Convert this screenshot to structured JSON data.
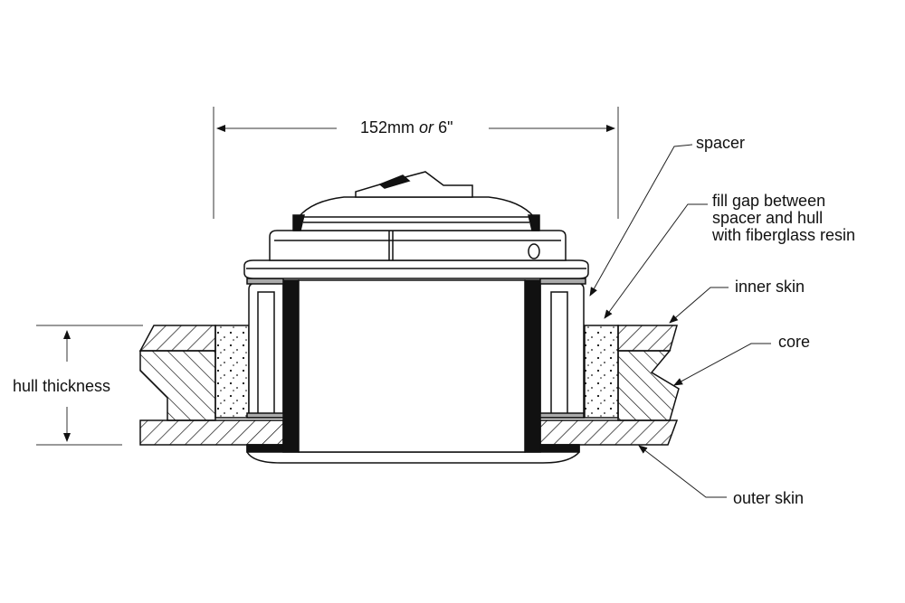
{
  "dimension": {
    "value": "152mm",
    "connector": "or",
    "alt": "6\""
  },
  "labels": {
    "spacer": "spacer",
    "fill_gap": [
      "fill gap between",
      "spacer and hull",
      "with fiberglass resin"
    ],
    "inner_skin": "inner skin",
    "core": "core",
    "outer_skin": "outer skin",
    "hull_thickness": "hull thickness"
  }
}
